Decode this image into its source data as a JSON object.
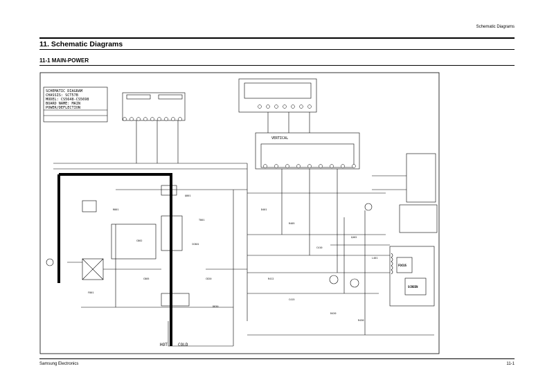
{
  "header": {
    "section_label": "Schematic Diagrams"
  },
  "section": {
    "title": "11. Schematic Diagrams"
  },
  "subsection": {
    "title": "11-1 MAIN-POWER"
  },
  "schematic": {
    "title_block": {
      "line1": "SCHEMATIC DIAGRAM",
      "line2": "CHASSIS: SCT57B",
      "line3": "MODEL: CS5648-CS5698",
      "line4": "BOARD NAME: MAIN",
      "line5": "POWER/DEFLECTION"
    },
    "blocks": {
      "vertical": "VERTICAL",
      "focus": "FOCUS",
      "screen": "SCREEN"
    },
    "zones": {
      "hot": "HOT",
      "cold": "COLD"
    }
  },
  "footer": {
    "company": "Samsung Electronics",
    "page": "11-1"
  }
}
